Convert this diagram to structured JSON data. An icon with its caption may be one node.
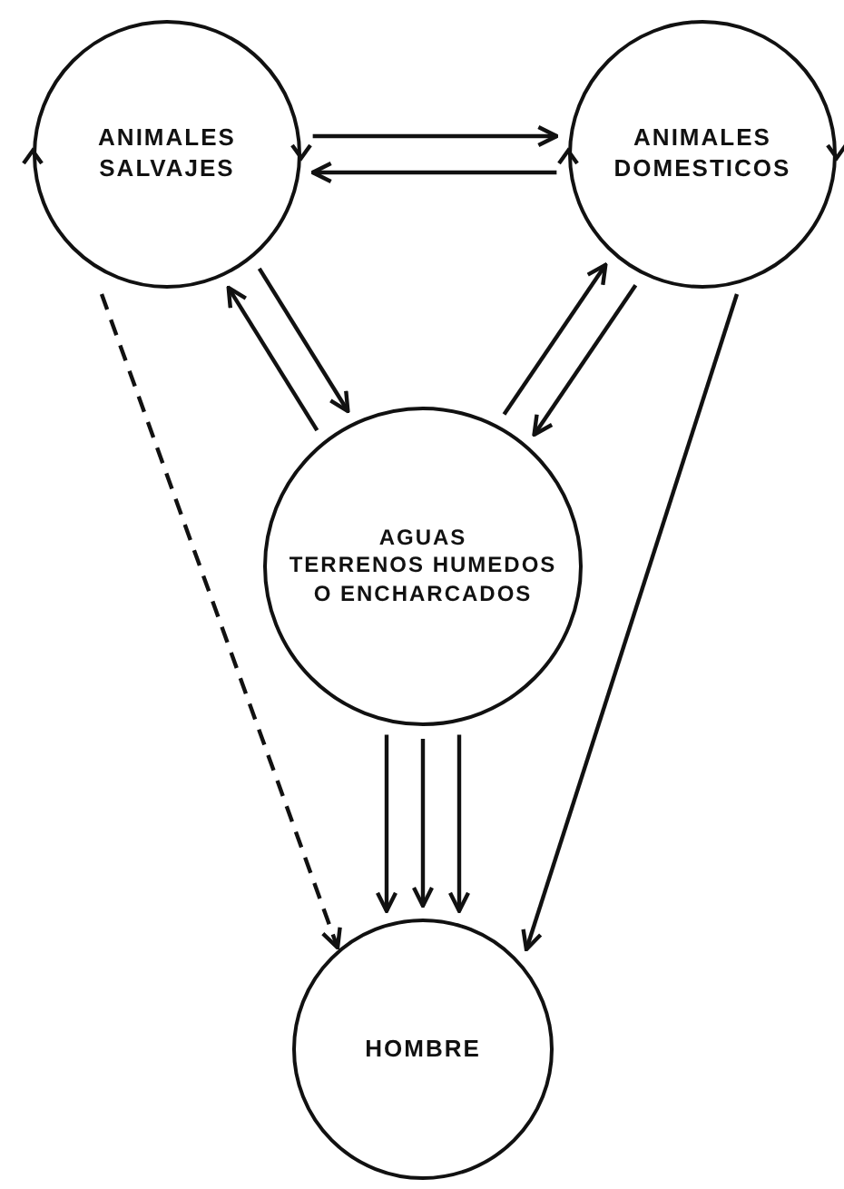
{
  "diagram": {
    "nodes": [
      {
        "text": [
          "ANIMALES SALVAJES"
        ]
      },
      {
        "text": [
          "ANIMALES DOMESTICOS"
        ]
      },
      {
        "text": [
          "AGUAS",
          "TERRENOS HUMEDOS O ENCHARCADOS"
        ]
      },
      {
        "text": [
          "HOMBRE"
        ]
      }
    ],
    "edges": [
      {
        "from": 0,
        "to": 1,
        "arrow": "to"
      },
      {
        "from": 1,
        "to": 0,
        "arrow": "to"
      },
      {
        "from": 0,
        "to": 2,
        "arrow": "to"
      },
      {
        "from": 2,
        "to": 0,
        "arrow": "to"
      },
      {
        "from": 1,
        "to": 2,
        "arrow": "to"
      },
      {
        "from": 2,
        "to": 1,
        "arrow": "to"
      },
      {
        "from": 2,
        "to": 3,
        "arrow": "to"
      },
      {
        "from": 2,
        "to": 3,
        "arrow": "to"
      },
      {
        "from": 2,
        "to": 3,
        "arrow": "to"
      },
      {
        "from": 0,
        "to": 3,
        "arrow": "to",
        "style": "dashed"
      },
      {
        "from": 1,
        "to": 3,
        "arrow": "to"
      }
    ]
  }
}
